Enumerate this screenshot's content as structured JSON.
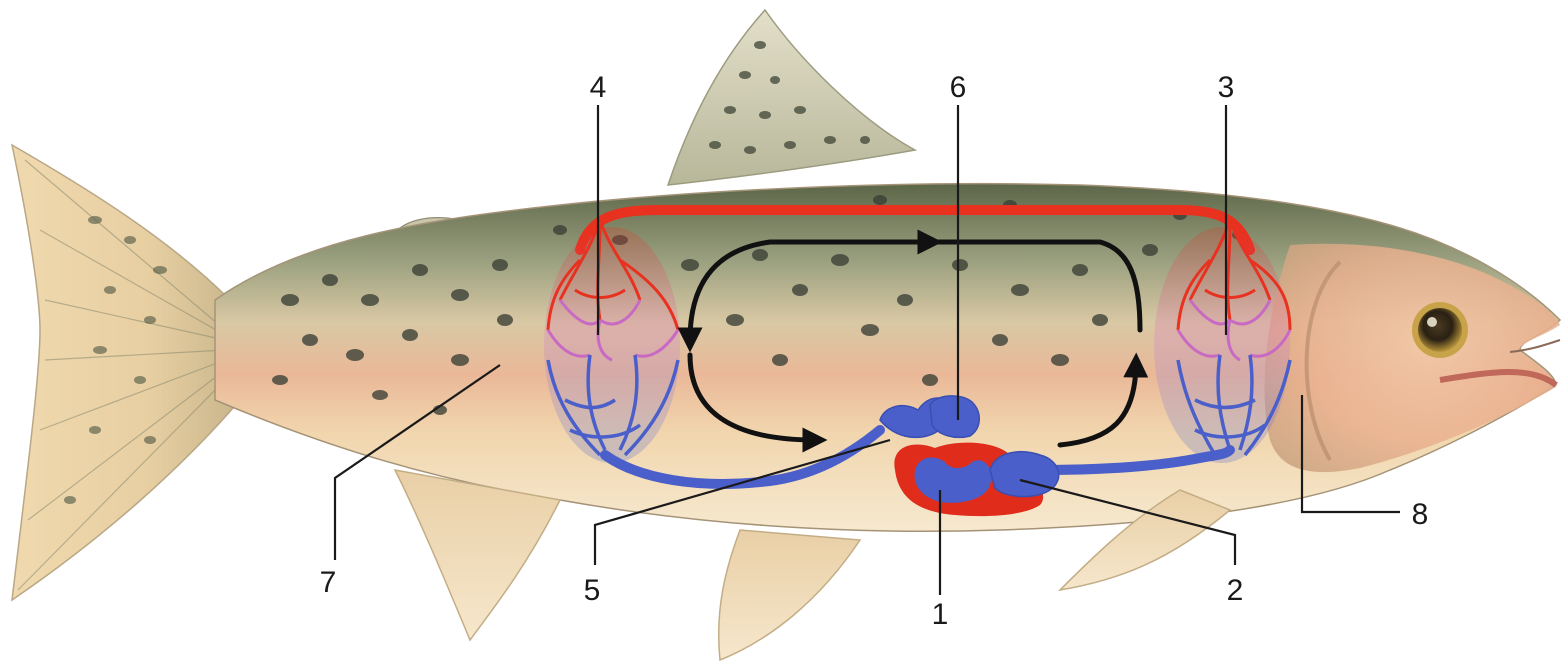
{
  "diagram": {
    "subject": "fish",
    "colors": {
      "oxygenated_blood": "#e8311f",
      "deoxygenated_blood": "#4a5fc9",
      "mixed_capillaries": "#c86ac4",
      "heart_wall": "#e02c1a",
      "flow_arrow": "#111111",
      "leader_line": "#1a1a1a",
      "fish_back": "#6f7a5a",
      "fish_belly": "#f3dcb4",
      "fish_midband": "#e9b89a",
      "spots": "#3a3f35"
    },
    "callouts": [
      {
        "id": "1",
        "label": "1"
      },
      {
        "id": "2",
        "label": "2"
      },
      {
        "id": "3",
        "label": "3"
      },
      {
        "id": "4",
        "label": "4"
      },
      {
        "id": "5",
        "label": "5"
      },
      {
        "id": "6",
        "label": "6"
      },
      {
        "id": "7",
        "label": "7"
      },
      {
        "id": "8",
        "label": "8"
      }
    ]
  }
}
